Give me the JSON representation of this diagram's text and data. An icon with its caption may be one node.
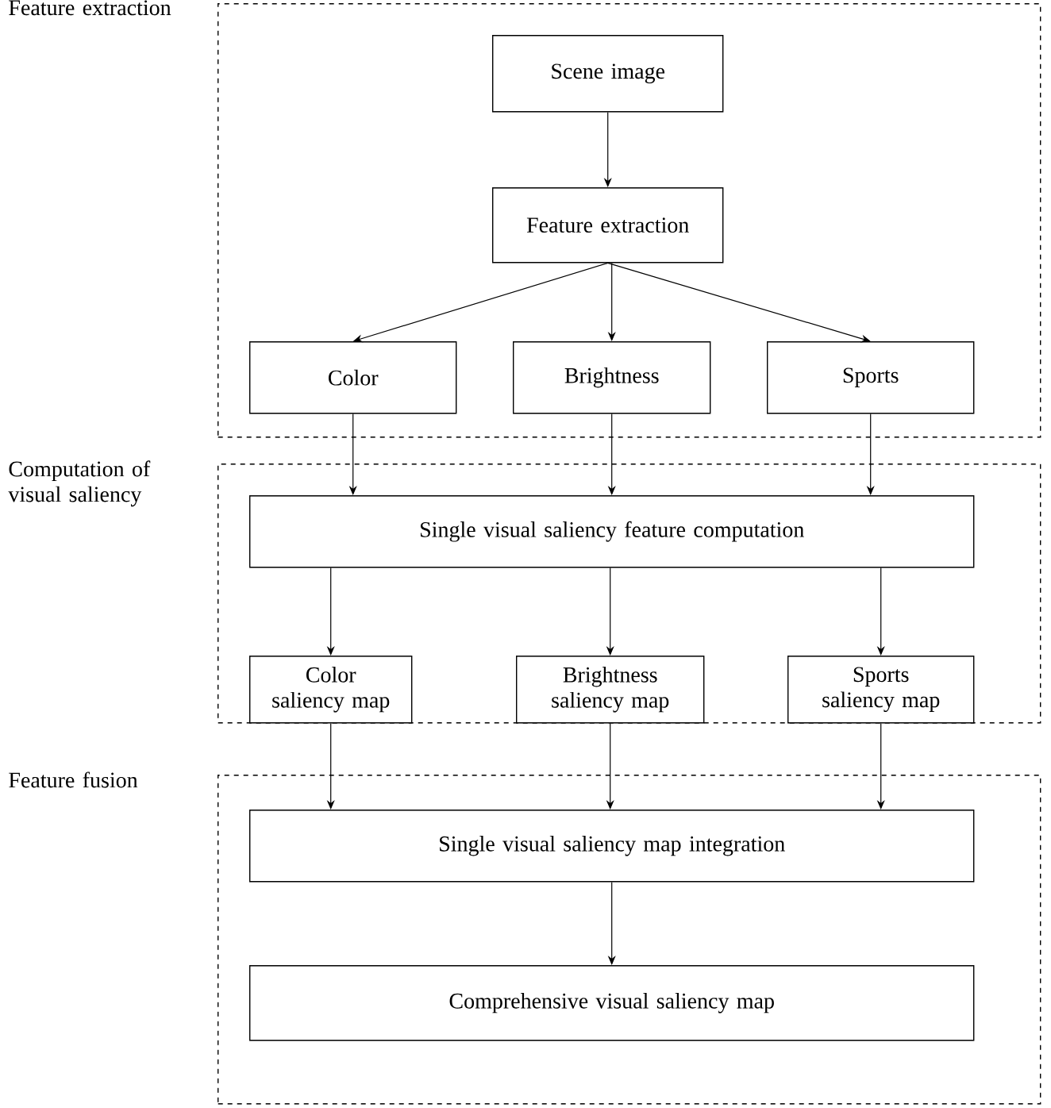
{
  "diagram": {
    "nodes": [
      {
        "text": [
          "Feature extraction"
        ]
      },
      {
        "text": [
          "Scene image"
        ],
        "in": 0
      },
      {
        "text": [
          "Feature extraction"
        ],
        "in": 0
      },
      {
        "text": [
          "Color"
        ],
        "in": 0
      },
      {
        "text": [
          "Brightness"
        ],
        "in": 0
      },
      {
        "text": [
          "Sports"
        ],
        "in": 0
      },
      {
        "text": [
          "Computation of visual saliency"
        ]
      },
      {
        "text": [
          "Single visual saliency feature computation"
        ],
        "in": 6
      },
      {
        "text": [
          "Color saliency map"
        ],
        "in": 6
      },
      {
        "text": [
          "Brightness saliency map"
        ],
        "in": 6
      },
      {
        "text": [
          "Sports saliency map"
        ],
        "in": 6
      },
      {
        "text": [
          "Feature fusion"
        ]
      },
      {
        "text": [
          "Single visual saliency map integration"
        ],
        "in": 11
      },
      {
        "text": [
          "Comprehensive visual saliency map"
        ],
        "in": 11
      }
    ],
    "edges": [
      {
        "from": 1,
        "to": 2,
        "arrow": "to"
      },
      {
        "from": 2,
        "to": 3,
        "arrow": "to"
      },
      {
        "from": 2,
        "to": 4,
        "arrow": "to"
      },
      {
        "from": 2,
        "to": 5,
        "arrow": "to"
      },
      {
        "from": 3,
        "to": 7,
        "arrow": "to"
      },
      {
        "from": 4,
        "to": 7,
        "arrow": "to"
      },
      {
        "from": 5,
        "to": 7,
        "arrow": "to"
      },
      {
        "from": 7,
        "to": 8,
        "arrow": "to"
      },
      {
        "from": 7,
        "to": 9,
        "arrow": "to"
      },
      {
        "from": 7,
        "to": 10,
        "arrow": "to"
      },
      {
        "from": 8,
        "to": 12,
        "arrow": "to"
      },
      {
        "from": 9,
        "to": 12,
        "arrow": "to"
      },
      {
        "from": 10,
        "to": 12,
        "arrow": "to"
      },
      {
        "from": 12,
        "to": 13,
        "arrow": "to"
      }
    ]
  }
}
